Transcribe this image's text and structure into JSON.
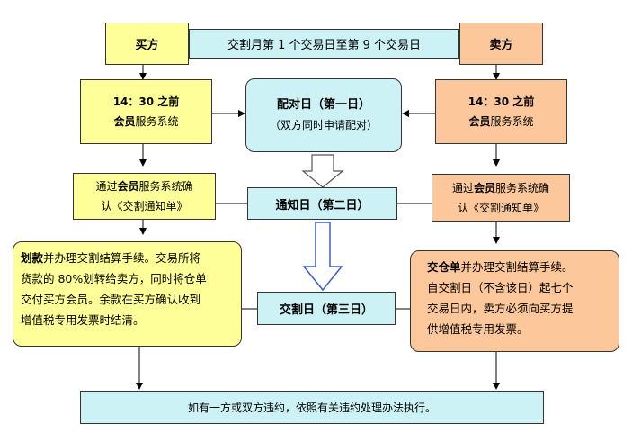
{
  "buyer_label": "买方",
  "seller_label": "卖方",
  "delivery_period": "交割月第 1 个交易日至第 9 个交易日",
  "buyer_deadline": "14：30 之前",
  "buyer_system_member": "会员",
  "buyer_system_rest": "服务系统",
  "match_day_title": "配对日（第一日）",
  "match_day_desc": "（双方同时申请配对）",
  "seller_deadline": "14：30 之前",
  "seller_system_member": "会员",
  "seller_system_rest": "服务系统",
  "buyer_confirm": {
    "pre": "通过",
    "bold": "会员",
    "post": "服务系统确",
    "line2": "认《交割通知单》"
  },
  "notice_day": "通知日（第二日）",
  "seller_confirm": {
    "pre": "通过",
    "bold": "会员",
    "post": "服务系统确",
    "line2": "认《交割通知单》"
  },
  "buyer_settle": {
    "bold": "划款",
    "l1": "并办理交割结算手续。交易所将",
    "l2": "货款的 80%划转给卖方，同时将仓单",
    "l3": "交付买方会员。余款在买方确认收到",
    "l4": "增值税专用发票时结清。"
  },
  "delivery_day": "交割日（第三日）",
  "seller_settle": {
    "bold": "交仓单",
    "l1": "并办理交割结算手续。",
    "l2": "自交割日（不含该日）起七个",
    "l3": "交易日内，卖方必须向买方提",
    "l4": "供增值税专用发票。"
  },
  "default_rule": "如有一方或双方违约，依照有关违约处理办法执行。",
  "colors": {
    "yellow": "#ffff99",
    "orange": "#fcc89b",
    "blue": "#ccf2f6",
    "arrow_outline": "#3b5bd6"
  }
}
